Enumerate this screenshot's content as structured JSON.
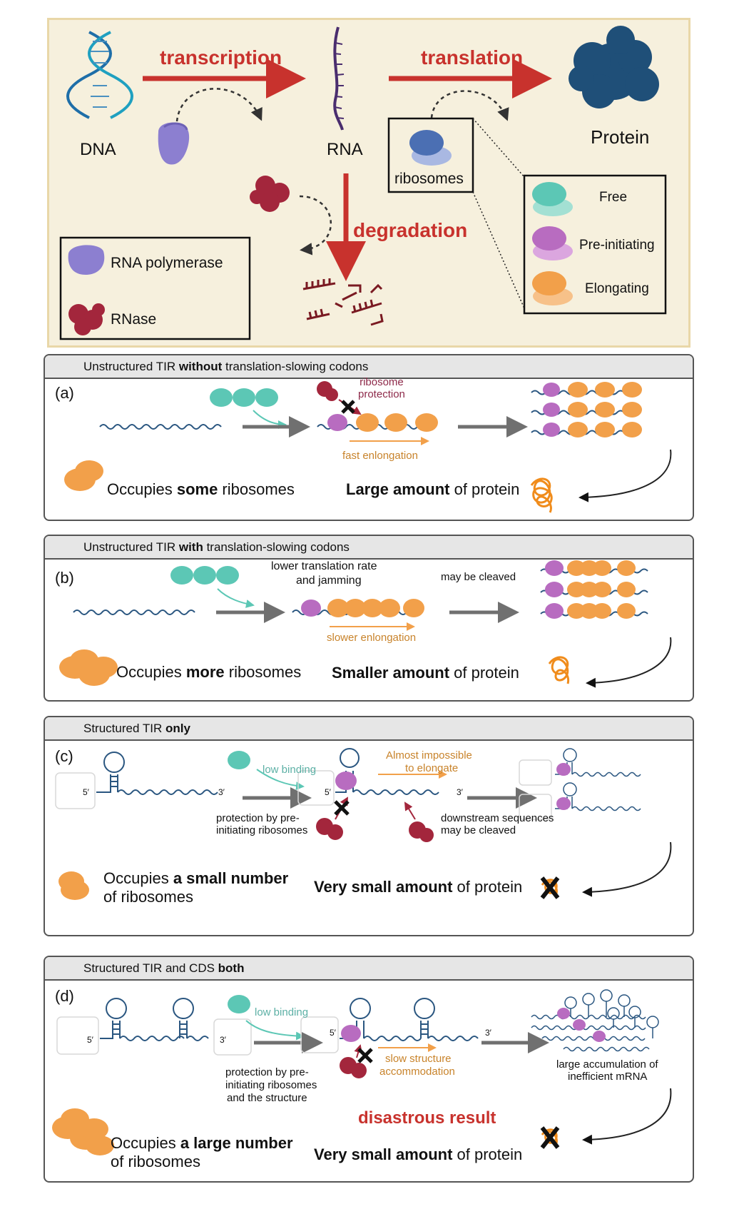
{
  "top": {
    "dna": "DNA",
    "rna": "RNA",
    "protein": "Protein",
    "transcription": "transcription",
    "translation": "translation",
    "degradation": "degradation",
    "ribosomes": "ribosomes",
    "ribosome_states": [
      "Free",
      "Pre-initiating",
      "Elongating"
    ],
    "legend": {
      "polymerase": "RNA polymerase",
      "rnase": "RNase"
    }
  },
  "panels": {
    "a": {
      "tag": "(a)",
      "title_pre": "Unstructured TIR ",
      "title_bold": "without",
      "title_post": "  translation-slowing codons",
      "ribosome_protection": "ribosome\nprotection",
      "fast": "fast enlongation",
      "occ_pre": "Occupies ",
      "occ_bold": "some",
      "occ_post": " ribosomes",
      "amt_bold": "Large amount",
      "amt_post": " of protein"
    },
    "b": {
      "tag": "(b)",
      "title_pre": "Unstructured TIR  ",
      "title_bold": "with",
      "title_post": " translation-slowing codons",
      "jam_1": "lower translation rate",
      "jam_2": "and jamming",
      "cleaved": "may be cleaved",
      "slower": "slower enlongation",
      "occ_pre": "Occupies ",
      "occ_bold": "more",
      "occ_post": " ribosomes",
      "amt_bold": "Smaller amount",
      "amt_post": " of protein"
    },
    "c": {
      "tag": "(c)",
      "title_pre": "Structured TIR ",
      "title_bold": "only",
      "low_binding": "low binding",
      "almost_1": "Almost impossible",
      "almost_2": "to elongate",
      "prot_1": "protection by pre-",
      "prot_2": "initiating ribosomes",
      "down_1": "downstream sequences",
      "down_2": "may be cleaved",
      "five": "5′",
      "three": "3′",
      "occ_pre": "Occupies ",
      "occ_bold": "a small number",
      "occ_line2": "of ribosomes",
      "amt_bold": "Very small amount",
      "amt_post": " of protein"
    },
    "d": {
      "tag": "(d)",
      "title_pre": "Structured TIR and CDS ",
      "title_bold": "both",
      "low_binding": "low binding",
      "prot_1": "protection by pre-",
      "prot_2": "initiating ribosomes",
      "prot_3": "and the structure",
      "slow_1": "slow structure",
      "slow_2": "accommodation",
      "accum_1": "large accumulation of",
      "accum_2": "inefficient mRNA",
      "disaster": "disastrous result",
      "five": "5′",
      "three": "3′",
      "occ_pre": "Occupies ",
      "occ_bold": "a large number",
      "occ_line2": "of ribosomes",
      "amt_bold": "Very small amount",
      "amt_post": " of protein"
    }
  },
  "colors": {
    "red_arrow": "#c8322d",
    "gray_arrow": "#707070",
    "teal": "#5cc7b5",
    "purple": "#b86cc0",
    "orange": "#f2a04a",
    "rnase": "#a3263c",
    "polymerase": "#8c7fd0",
    "protein": "#1f4f78",
    "mrna": "#2a5680",
    "dna_a": "#1e6ea8",
    "dna_b": "#1fa0c0"
  }
}
